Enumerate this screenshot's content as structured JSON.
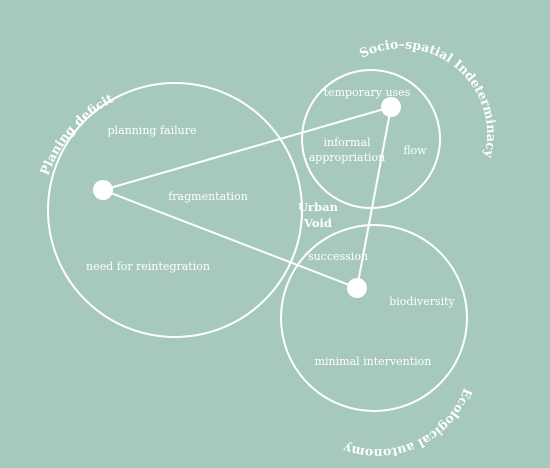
{
  "diagram": {
    "title": "",
    "center_label": [
      "Urban",
      "Void"
    ],
    "circles": [
      {
        "id": "planning",
        "title": "Planing deficit",
        "labels": [
          "planning failure",
          "fragmentation",
          "need for reintegration"
        ]
      },
      {
        "id": "socio",
        "title": "Socio–spatial Indeterminacy",
        "labels": [
          "temporary uses",
          "informal",
          "appropriation",
          "flow"
        ]
      },
      {
        "id": "eco",
        "title": "Ecological autonomy",
        "labels": [
          "succession",
          "biodiversity",
          "minimal intervention"
        ]
      }
    ],
    "colors": {
      "background": "#a6c8bd",
      "line": "#ffffff"
    }
  }
}
